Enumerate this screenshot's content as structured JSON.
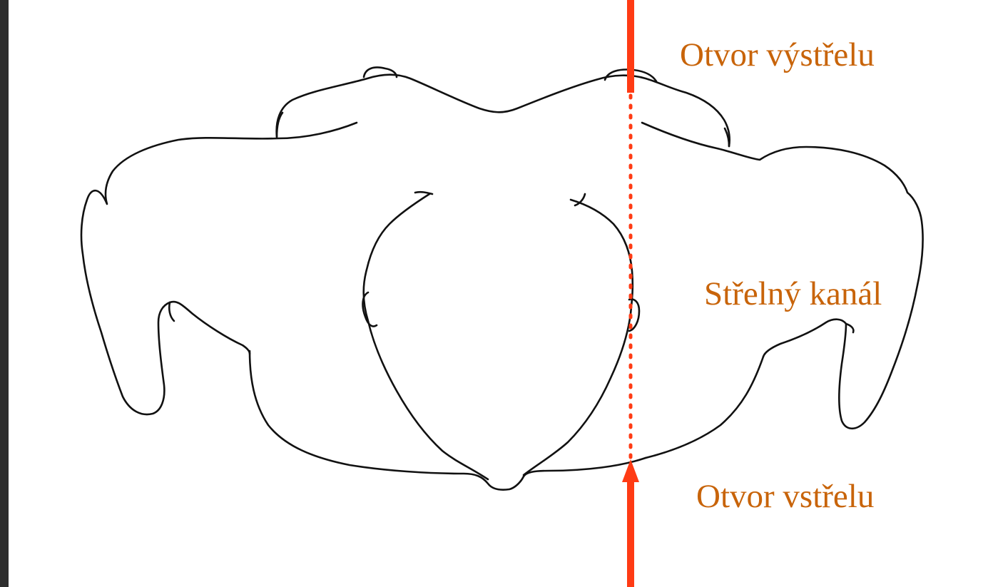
{
  "labels": {
    "exit_wound": "Otvor výstřelu",
    "wound_channel": "Střelný kanál",
    "entry_wound": "Otvor vstřelu"
  },
  "colors": {
    "label_text": "#c8640a",
    "trajectory": "#ff3b14",
    "outline": "#111111",
    "page_background": "#ffffff",
    "frame": "#2e2e2e"
  },
  "figure": {
    "subject": "pelvis-outline-drawing",
    "trajectory_style": {
      "entry_segment": "solid-arrow",
      "channel_segment": "dotted",
      "exit_segment": "solid"
    }
  }
}
